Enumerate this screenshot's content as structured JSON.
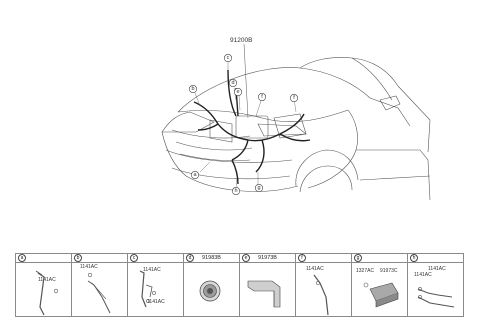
{
  "main_assembly": {
    "part_number": "91200B"
  },
  "callouts": [
    "a",
    "b",
    "c",
    "d",
    "e",
    "f",
    "g",
    "h"
  ],
  "parts_table": {
    "cells": [
      {
        "letter": "a",
        "code": "",
        "parts": [
          "1141AC"
        ]
      },
      {
        "letter": "b",
        "code": "",
        "parts": [
          "1141AC"
        ]
      },
      {
        "letter": "c",
        "code": "",
        "parts": [
          "1141AC",
          "1141AC"
        ]
      },
      {
        "letter": "d",
        "code": "91983B",
        "parts": []
      },
      {
        "letter": "e",
        "code": "91973B",
        "parts": []
      },
      {
        "letter": "f",
        "code": "",
        "parts": [
          "1141AC"
        ]
      },
      {
        "letter": "g",
        "code": "",
        "parts": [
          "1327AC",
          "91973C"
        ]
      },
      {
        "letter": "h",
        "code": "",
        "parts": [
          "1141AC",
          "1141AC"
        ]
      }
    ]
  }
}
